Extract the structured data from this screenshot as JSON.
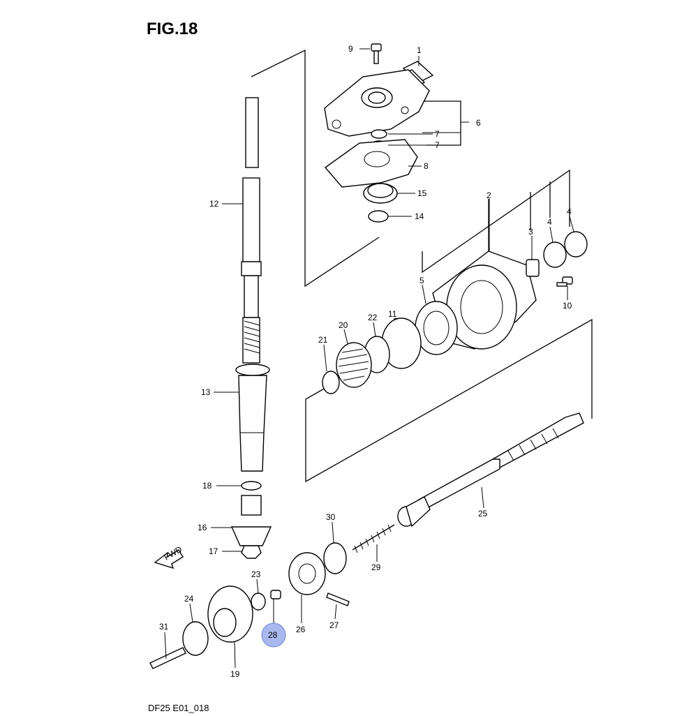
{
  "figure": {
    "title": "FIG.18",
    "footer_code": "DF25 E01_018",
    "direction_arrow_label": "FWD",
    "highlighted_part": "28",
    "highlight_color": "#a9b8ef"
  },
  "parts": {
    "p1": "1",
    "p2": "2",
    "p3": "3",
    "p4a": "4",
    "p4b": "4",
    "p5": "5",
    "p6": "6",
    "p7a": "7",
    "p7b": "7",
    "p8": "8",
    "p9": "9",
    "p10": "10",
    "p11": "11",
    "p12": "12",
    "p13": "13",
    "p14": "14",
    "p15": "15",
    "p16": "16",
    "p17": "17",
    "p18": "18",
    "p19": "19",
    "p20": "20",
    "p21": "21",
    "p22": "22",
    "p23": "23",
    "p24": "24",
    "p25": "25",
    "p26": "26",
    "p27": "27",
    "p28": "28",
    "p29": "29",
    "p30": "30",
    "p31": "31"
  }
}
